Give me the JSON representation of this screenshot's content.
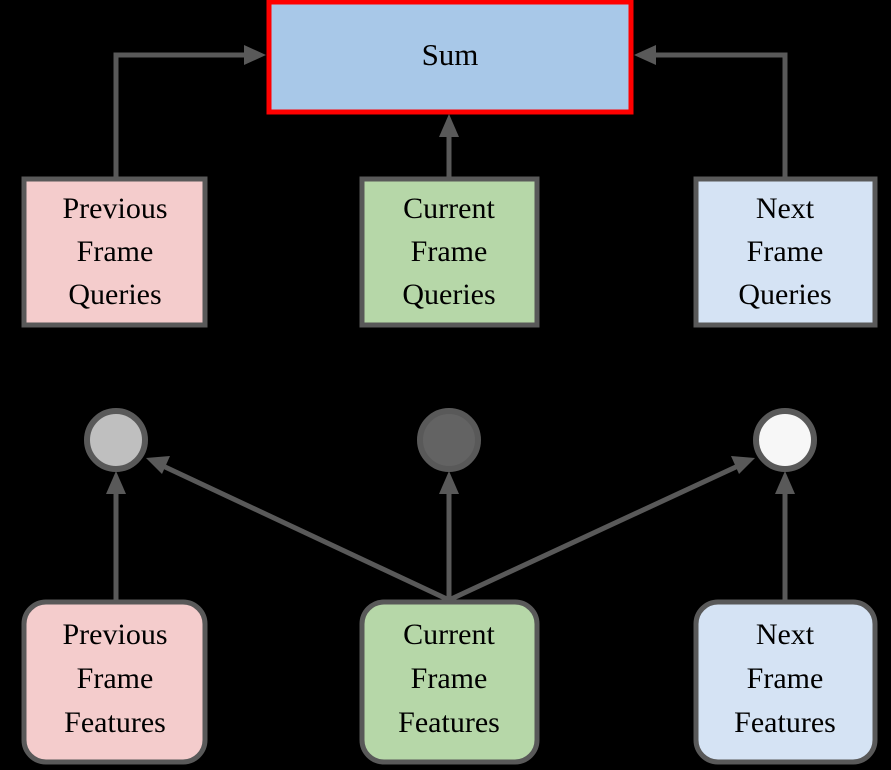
{
  "diagram": {
    "title": "Sum",
    "background_color": "#000000",
    "edge_color": "#595959",
    "nodes": {
      "sum": {
        "label": "Sum",
        "fill": "#a8c8e8",
        "stroke": "#ff0000"
      },
      "previous_frame_queries": {
        "lines": [
          "Previous",
          "Frame",
          "Queries"
        ],
        "fill": "#f4cccc",
        "stroke": "#595959"
      },
      "current_frame_queries": {
        "lines": [
          "Current",
          "Frame",
          "Queries"
        ],
        "fill": "#b6d7a8",
        "stroke": "#595959"
      },
      "next_frame_queries": {
        "lines": [
          "Next",
          "Frame",
          "Queries"
        ],
        "fill": "#d5e3f4",
        "stroke": "#595959"
      },
      "previous_frame_features": {
        "lines": [
          "Previous",
          "Frame",
          "Features"
        ],
        "fill": "#f4cccc",
        "stroke": "#595959"
      },
      "current_frame_features": {
        "lines": [
          "Current",
          "Frame",
          "Features"
        ],
        "fill": "#b6d7a8",
        "stroke": "#595959"
      },
      "next_frame_features": {
        "lines": [
          "Next",
          "Frame",
          "Features"
        ],
        "fill": "#d5e3f4",
        "stroke": "#595959"
      },
      "previous_circle": {
        "fill": "#bfbfbf",
        "stroke": "#595959"
      },
      "current_circle": {
        "fill": "#636363",
        "stroke": "#595959"
      },
      "next_circle": {
        "fill": "#f7f7f7",
        "stroke": "#595959"
      }
    }
  }
}
